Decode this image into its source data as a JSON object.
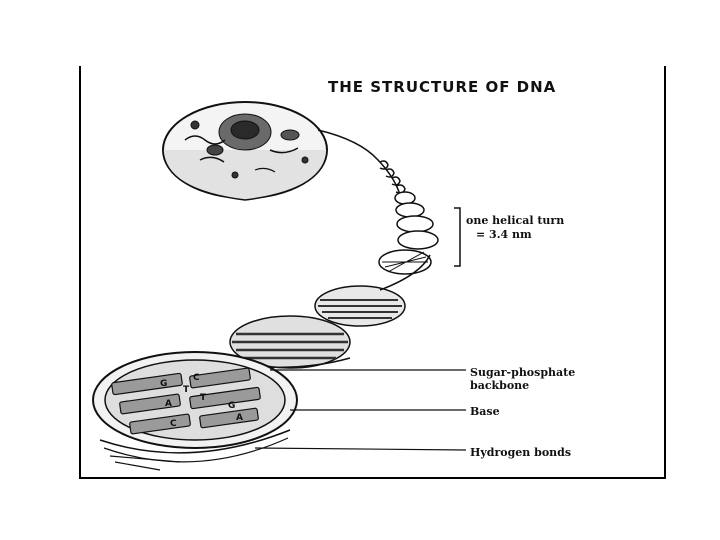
{
  "title": "THE STRUCTURE OF DNA",
  "labels": {
    "helical_turn_line1": "one helical turn",
    "helical_turn_line2": "= 3.4 nm",
    "sugar_phosphate_line1": "Sugar-phosphate",
    "sugar_phosphate_line2": "backbone",
    "base": "Base",
    "hydrogen_bonds": "Hydrogen bonds"
  },
  "base_letters": [
    "G",
    "C",
    "A",
    "T",
    "C",
    "G",
    "T",
    "A"
  ]
}
